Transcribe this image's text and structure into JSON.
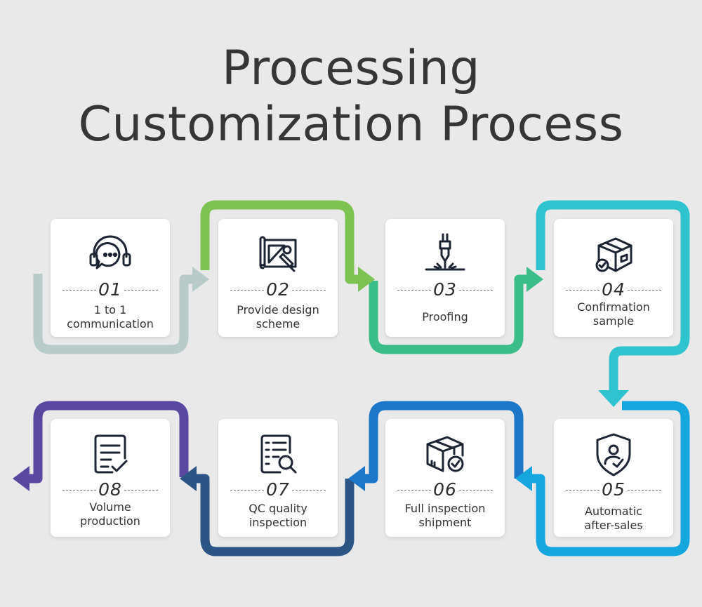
{
  "title": {
    "line1": "Processing",
    "line2": "Customization Process"
  },
  "colors": {
    "step01": "#b9cbc8",
    "step02": "#7dc351",
    "step03": "#3bbd8a",
    "step04": "#2ec3cf",
    "step05": "#16a6de",
    "step06": "#1d77c9",
    "step07": "#2b5584",
    "step08": "#5a47a0"
  },
  "steps": [
    {
      "number": "01",
      "label_line1": "1 to 1",
      "label_line2": "communication",
      "icon": "headset-chat-icon"
    },
    {
      "number": "02",
      "label_line1": "Provide design",
      "label_line2": "scheme",
      "icon": "design-blueprint-icon"
    },
    {
      "number": "03",
      "label_line1": "Proofing",
      "label_line2": "",
      "icon": "laser-cutter-icon"
    },
    {
      "number": "04",
      "label_line1": "Confirmation",
      "label_line2": "sample",
      "icon": "box-check-icon"
    },
    {
      "number": "05",
      "label_line1": "Automatic",
      "label_line2": "after-sales",
      "icon": "shield-user-icon"
    },
    {
      "number": "06",
      "label_line1": "Full inspection",
      "label_line2": "shipment",
      "icon": "package-check-icon"
    },
    {
      "number": "07",
      "label_line1": "QC quality",
      "label_line2": "inspection",
      "icon": "document-search-icon"
    },
    {
      "number": "08",
      "label_line1": "Volume",
      "label_line2": "production",
      "icon": "document-check-icon"
    }
  ]
}
